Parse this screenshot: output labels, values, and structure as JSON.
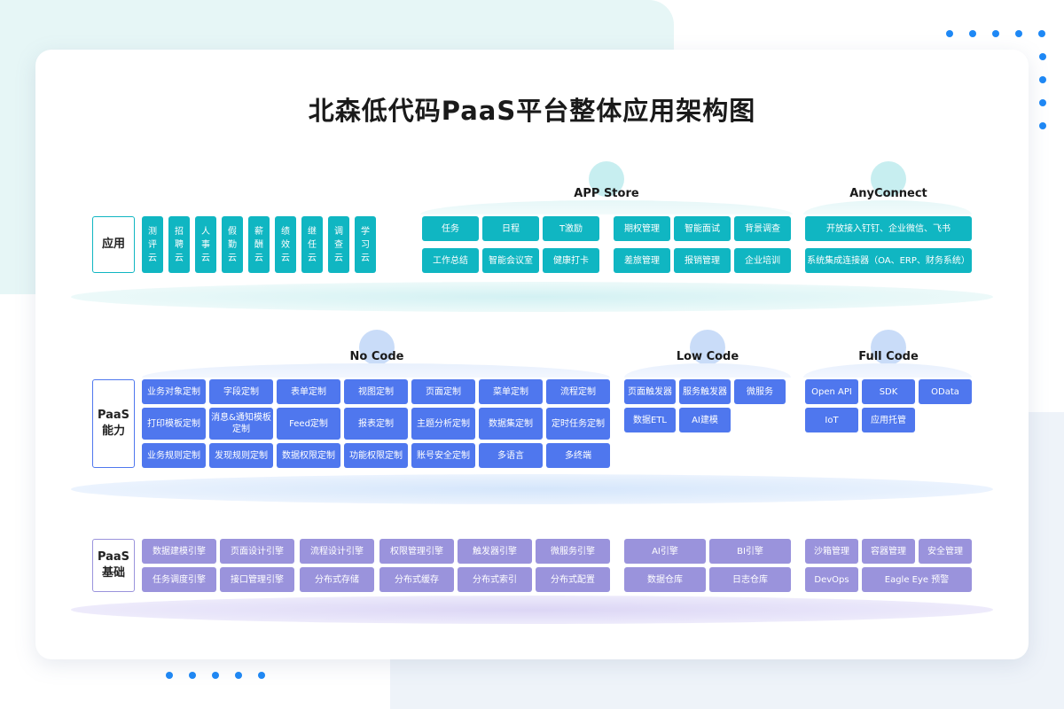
{
  "title": "北森低代码PaaS平台整体应用架构图",
  "colors": {
    "teal": "#10b6c2",
    "blue": "#4f77ee",
    "purple": "#9a93dc",
    "dots": "#1e88f5"
  },
  "apps": {
    "label": "应用",
    "clouds": [
      [
        "测",
        "评",
        "云"
      ],
      [
        "招",
        "聘",
        "云"
      ],
      [
        "人",
        "事",
        "云"
      ],
      [
        "假",
        "勤",
        "云"
      ],
      [
        "薪",
        "酬",
        "云"
      ],
      [
        "绩",
        "效",
        "云"
      ],
      [
        "继",
        "任",
        "云"
      ],
      [
        "调",
        "查",
        "云"
      ],
      [
        "学",
        "习",
        "云"
      ]
    ],
    "app_store": {
      "title": "APP Store",
      "group1": [
        "任务",
        "日程",
        "T激励",
        "工作总结",
        "智能会议室",
        "健康打卡"
      ],
      "group2": [
        "期权管理",
        "智能面试",
        "背景调查",
        "差旅管理",
        "报销管理",
        "企业培训"
      ]
    },
    "any_connect": {
      "title": "AnyConnect",
      "items": [
        "开放接入钉钉、企业微信、飞书",
        "系统集成连接器（OA、ERP、财务系统）"
      ]
    }
  },
  "paas_ability": {
    "label_line1": "PaaS",
    "label_line2": "能力",
    "no_code": {
      "title": "No Code",
      "items": [
        "业务对象定制",
        "字段定制",
        "表单定制",
        "视图定制",
        "页面定制",
        "菜单定制",
        "流程定制",
        "打印模板定制",
        "消息&通知模板定制",
        "Feed定制",
        "报表定制",
        "主题分析定制",
        "数据集定制",
        "定时任务定制",
        "业务规则定制",
        "发现规则定制",
        "数据权限定制",
        "功能权限定制",
        "账号安全定制",
        "多语言",
        "多终端"
      ]
    },
    "low_code": {
      "title": "Low Code",
      "items": [
        "页面触发器",
        "服务触发器",
        "微服务",
        "数据ETL",
        "AI建模"
      ]
    },
    "full_code": {
      "title": "Full Code",
      "items": [
        "Open API",
        "SDK",
        "OData",
        "IoT",
        "应用托管"
      ]
    }
  },
  "paas_base": {
    "label_line1": "PaaS",
    "label_line2": "基础",
    "engines": [
      "数据建模引擎",
      "页面设计引擎",
      "流程设计引擎",
      "权限管理引擎",
      "触发器引擎",
      "微服务引擎",
      "任务调度引擎",
      "接口管理引擎",
      "分布式存储",
      "分布式缓存",
      "分布式索引",
      "分布式配置"
    ],
    "data": [
      "AI引擎",
      "BI引擎",
      "数据仓库",
      "日志仓库"
    ],
    "ops": [
      "沙箱管理",
      "容器管理",
      "安全管理",
      "DevOps",
      "Eagle Eye 预警"
    ]
  }
}
